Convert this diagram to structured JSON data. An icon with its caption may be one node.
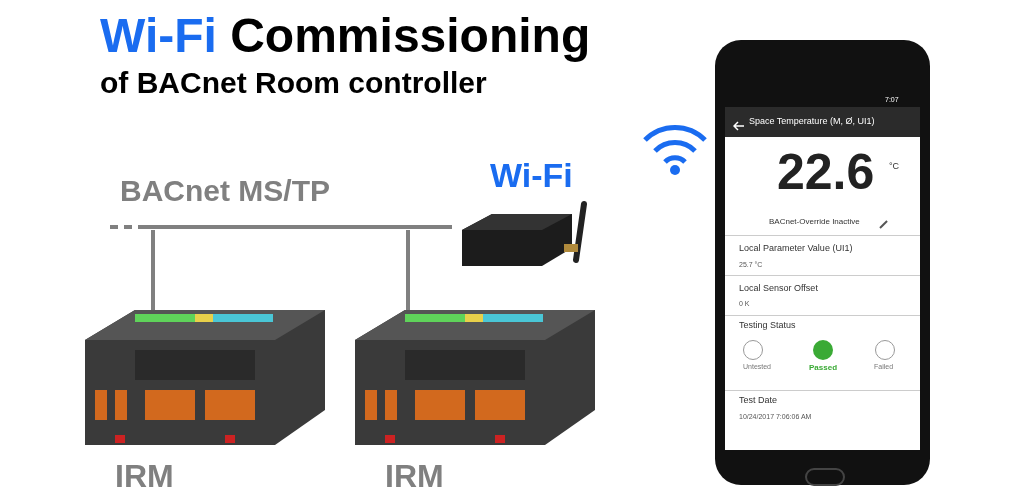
{
  "diagram": {
    "title": "Wi-Fi Commissioning of BACnet Room controller",
    "nodes": [
      {
        "text": [
          "BACnet MS/TP"
        ]
      },
      {
        "text": [],
        "shape": "picture",
        "beside": [
          "IRM"
        ]
      },
      {
        "text": [],
        "shape": "picture",
        "beside": [
          "IRM"
        ]
      },
      {
        "text": [],
        "shape": "picture",
        "beside": [
          "Wi-Fi"
        ]
      },
      {
        "text": [],
        "shape": "picture"
      }
    ],
    "edges": [
      {
        "from": 0,
        "to": 1,
        "arrow": "none"
      },
      {
        "from": 0,
        "to": 2,
        "arrow": "none"
      },
      {
        "from": 0,
        "to": 3,
        "arrow": "none"
      }
    ],
    "labels": [
      "7:07",
      "Space Temperature (M, Ø, UI1)",
      "22.6",
      "°C",
      "BACnet-Override Inactive",
      "Local Parameter Value (UI1)",
      "25.7 °C",
      "Local Sensor Offset",
      "0 K",
      "Testing Status",
      "Untested",
      "Passed",
      "Failed",
      "Test Date",
      "10/24/2017 7:06:06 AM"
    ]
  }
}
